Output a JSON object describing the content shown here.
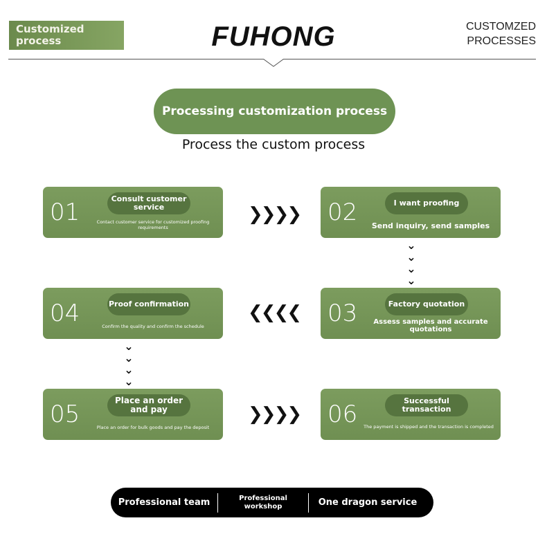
{
  "header": {
    "tag": "Customized process",
    "brand": "FUHONG",
    "right_line1": "CUSTOMZED",
    "right_line2": "PROCESSES"
  },
  "title": "Processing customization process",
  "subtitle": "Process the custom process",
  "steps": [
    {
      "num": "01",
      "title": "Consult customer service",
      "desc": "Contact customer service for customized proofing requirements"
    },
    {
      "num": "02",
      "title": "I want proofing",
      "desc": "Send inquiry, send samples"
    },
    {
      "num": "03",
      "title": "Factory quotation",
      "desc": "Assess samples and accurate quotations"
    },
    {
      "num": "04",
      "title": "Proof confirmation",
      "desc": "Confirm the quality and confirm the schedule"
    },
    {
      "num": "05",
      "title": "Place an order and pay",
      "desc": "Place an order for bulk goods and pay the deposit"
    },
    {
      "num": "06",
      "title": "Successful transaction",
      "desc": "The payment is shipped and the transaction is completed"
    }
  ],
  "arrows": {
    "right": "❯❯❯❯",
    "left": "❮❮❮❮",
    "down": "⌄"
  },
  "footer": [
    "Professional team",
    "Professional workshop",
    "One dragon service"
  ]
}
